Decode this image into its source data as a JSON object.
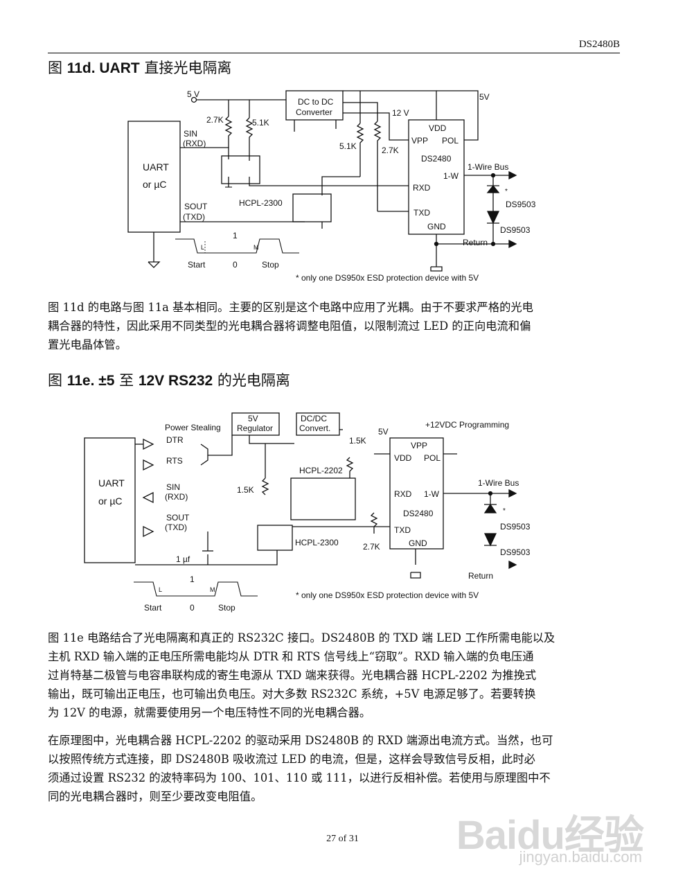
{
  "header": {
    "doc_id": "DS2480B"
  },
  "fig11d": {
    "title_prefix": "图 ",
    "title_bold": "11d. UART",
    "title_suffix": " 直接光电隔离",
    "labels": {
      "v5_in": "5 V",
      "r27k": "2.7K",
      "r51k_top": "5.1K",
      "dcdc": "DC to DC",
      "converter": "Converter",
      "v12": "12 V",
      "v5_out": "5V",
      "vdd": "VDD",
      "vpp": "VPP",
      "pol": "POL",
      "r51k_right": "5.1K",
      "r27k_right": "2.7K",
      "ds2480": "DS2480",
      "sin": "SIN",
      "rxd_paren": "(RXD)",
      "uart": "UART",
      "or_uc": "or µC",
      "hcpl2300": "HCPL-2300",
      "sout": "SOUT",
      "txd_paren": "(TXD)",
      "onewire_bus": "1-Wire Bus",
      "onew": "1-W",
      "rxd": "RXD",
      "txd": "TXD",
      "gnd": "GND",
      "ds9503a": "DS9503",
      "ds9503b": "DS9503",
      "star": "*",
      "return": "Return",
      "bit1": "1",
      "l": "L",
      "m": "M",
      "start": "Start",
      "zero": "0",
      "stop": "Stop",
      "note": "* only one DS950x ESD protection device with 5V"
    }
  },
  "para1": [
    "图 11d 的电路与图 11a 基本相同。主要的区别是这个电路中应用了光耦。由于不要求严格的光电",
    "耦合器的特性，因此采用不同类型的光电耦合器将调整电阻值，以限制流过 LED 的正向电流和偏",
    "置光电晶体管。"
  ],
  "fig11e": {
    "title_prefix": "图 ",
    "title_bold": "11e. ±5",
    "title_mid": " 至 ",
    "title_bold2": "12V RS232",
    "title_suffix": " 的光电隔离",
    "labels": {
      "power_stealing": "Power Stealing",
      "reg5v": "5V",
      "regulator": "Regulator",
      "dcdc": "DC/DC",
      "convert": "Convert.",
      "v5": "5V",
      "prog": "+12VDC Programming",
      "dtr": "DTR",
      "rts": "RTS",
      "uart": "UART",
      "or_uc": "or µC",
      "sin": "SIN",
      "rxd_paren": "(RXD)",
      "sout": "SOUT",
      "txd_paren": "(TXD)",
      "r15k_a": "1.5K",
      "r15k_b": "1.5K",
      "hcpl2202": "HCPL-2202",
      "hcpl2300": "HCPL-2300",
      "cap": "1 µf",
      "r27k": "2.7K",
      "vpp": "VPP",
      "vdd": "VDD",
      "pol": "POL",
      "rxd": "RXD",
      "onew": "1-W",
      "ds2480": "DS2480",
      "txd": "TXD",
      "gnd": "GND",
      "onewire_bus": "1-Wire Bus",
      "star": "*",
      "ds9503a": "DS9503",
      "ds9503b": "DS9503",
      "return": "Return",
      "bit1": "1",
      "l": "L",
      "m": "M",
      "start": "Start",
      "zero": "0",
      "stop": "Stop",
      "note": "* only one DS950x ESD protection device with 5V"
    }
  },
  "para2": [
    "图 11e 电路结合了光电隔离和真正的 RS232C 接口。DS2480B 的 TXD 端 LED 工作所需电能以及",
    "主机 RXD 输入端的正电压所需电能均从 DTR 和 RTS 信号线上“窃取”。RXD 输入端的负电压通",
    "过肖特基二极管与电容串联构成的寄生电源从 TXD 端来获得。光电耦合器 HCPL-2202 为推挽式",
    "输出，既可输出正电压，也可输出负电压。对大多数 RS232C 系统，+5V 电源足够了。若要转换",
    "为 12V 的电源，就需要使用另一个电压特性不同的光电耦合器。"
  ],
  "para3": [
    "在原理图中，光电耦合器 HCPL-2202 的驱动采用 DS2480B 的 RXD 端源出电流方式。当然，也可",
    "以按照传统方式连接，即 DS2480B 吸收流过 LED 的电流，但是，这样会导致信号反相，此时必",
    "须通过设置 RS232 的波特率码为 100、101、110 或 111，以进行反相补偿。若使用与原理图中不",
    "同的光电耦合器时，则至少要改变电阻值。"
  ],
  "footer": {
    "page": "27 of 31"
  },
  "watermark": {
    "logo": "Baidu经验",
    "url": "jingyan.baidu.com"
  }
}
